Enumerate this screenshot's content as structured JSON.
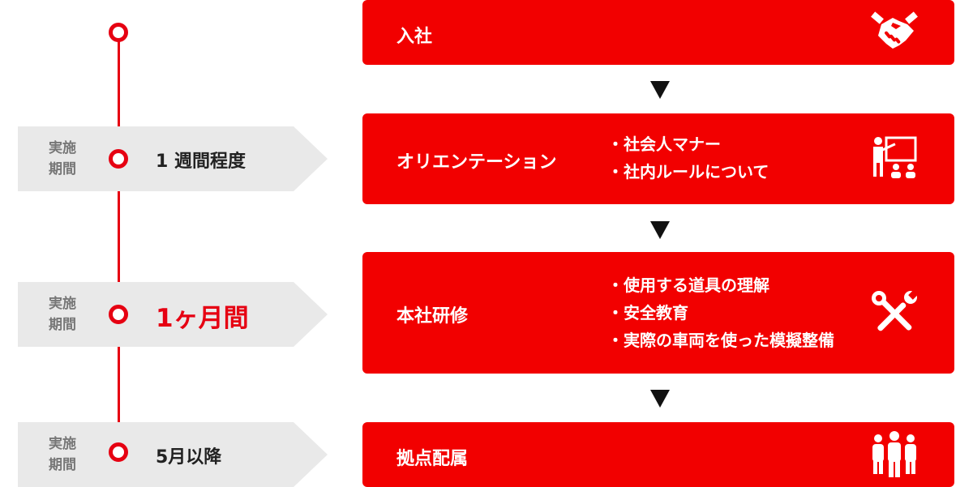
{
  "periods": [
    {
      "label": "実施\n期間",
      "value": "1 週間程度"
    },
    {
      "label": "実施\n期間",
      "value": "1ヶ月間"
    },
    {
      "label": "実施\n期間",
      "value": "5月以降"
    }
  ],
  "steps": [
    {
      "title": "入社",
      "points": [],
      "icon": "handshake-icon"
    },
    {
      "title": "オリエンテーション",
      "points": [
        "・社会人マナー",
        "・社内ルールについて"
      ],
      "icon": "presentation-icon"
    },
    {
      "title": "本社研修",
      "points": [
        "・使用する道具の理解",
        "・安全教育",
        "・実際の車両を使った模擬整備"
      ],
      "icon": "tools-icon"
    },
    {
      "title": "拠点配属",
      "points": [],
      "icon": "team-icon"
    }
  ],
  "colors": {
    "accent": "#e60012",
    "box": "#f20000",
    "tag_bg": "#e9e9e9",
    "tag_text": "#777777"
  }
}
